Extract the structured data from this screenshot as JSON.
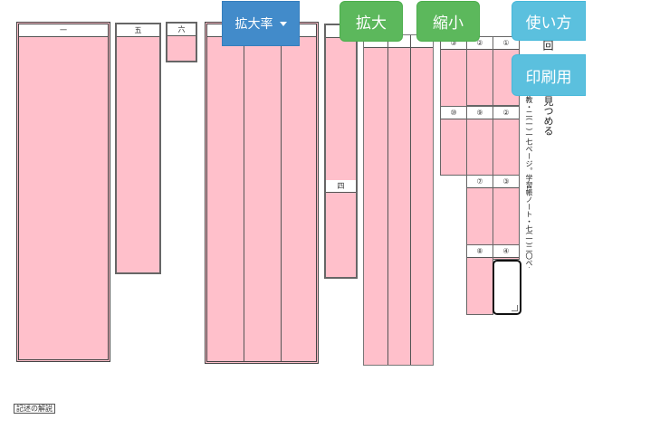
{
  "toolbar": {
    "zoom_rate_label": "拡大率",
    "zoom_in_label": "拡大",
    "zoom_out_label": "縮小",
    "help_label": "使い方",
    "print_label": "印刷用"
  },
  "sheet": {
    "sections": {
      "s1": "一",
      "s5": "五",
      "s6": "六",
      "s4": "四"
    },
    "cells": {
      "c1": "①",
      "c2": "②",
      "c3": "③",
      "c4": "④",
      "c7": "⑦",
      "c8": "⑧",
      "c9": "⑨",
      "c10": "⑩"
    },
    "vertical_text": {
      "line1": "見つめる",
      "line2": "教・二(一)一七ページ。学習帳ノート・七(一)二〇ページ",
      "line3": "回"
    }
  },
  "footer": {
    "label": "記述の解説"
  },
  "colors": {
    "answer_fill": "#ffc0cb",
    "zoom_button": "#428bca",
    "green_button": "#5cb85c",
    "cyan_button": "#5bc0de"
  }
}
